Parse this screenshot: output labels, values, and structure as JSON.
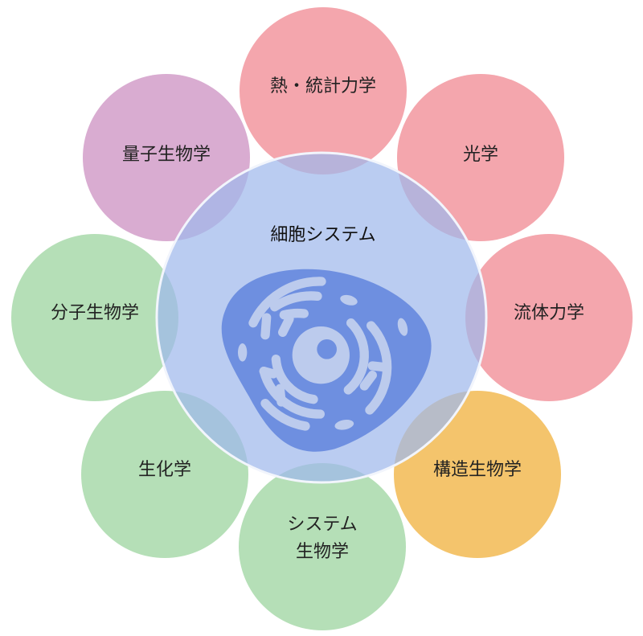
{
  "center": {
    "title": "細胞システム",
    "icon": "cell-icon",
    "fill": "#b3c6ee",
    "cell_color": "#6e8fe0",
    "organelle_color": "#bccbed"
  },
  "fields": [
    {
      "id": "thermo",
      "label": "熱・統計力学",
      "color": "#f4a6ad"
    },
    {
      "id": "optics",
      "label": "光学",
      "color": "#f4a6ad"
    },
    {
      "id": "fluid",
      "label": "流体力学",
      "color": "#f4a6ad"
    },
    {
      "id": "structural",
      "label": "構造生物学",
      "color": "#f4c46c"
    },
    {
      "id": "systems",
      "label": "システム",
      "label2": "生物学",
      "color": "#b5dfb7"
    },
    {
      "id": "biochem",
      "label": "生化学",
      "color": "#b5dfb7"
    },
    {
      "id": "molecular",
      "label": "分子生物学",
      "color": "#b5dfb7"
    },
    {
      "id": "quantum",
      "label": "量子生物学",
      "color": "#d9acd1"
    }
  ]
}
